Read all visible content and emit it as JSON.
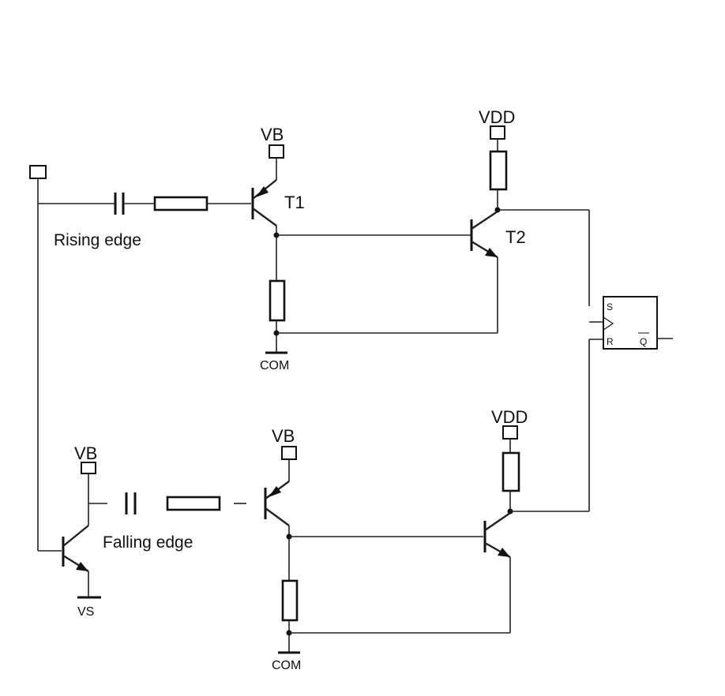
{
  "labels": {
    "vb_top": "VB",
    "vdd_top": "VDD",
    "t1": "T1",
    "t2": "T2",
    "rising_edge": "Rising edge",
    "com_top": "COM",
    "vb_left": "VB",
    "vb_mid": "VB",
    "vdd_bottom": "VDD",
    "falling_edge": "Falling edge",
    "vs": "VS",
    "com_bottom": "COM",
    "ff_s": "S",
    "ff_r": "R",
    "ff_q": "Q"
  }
}
